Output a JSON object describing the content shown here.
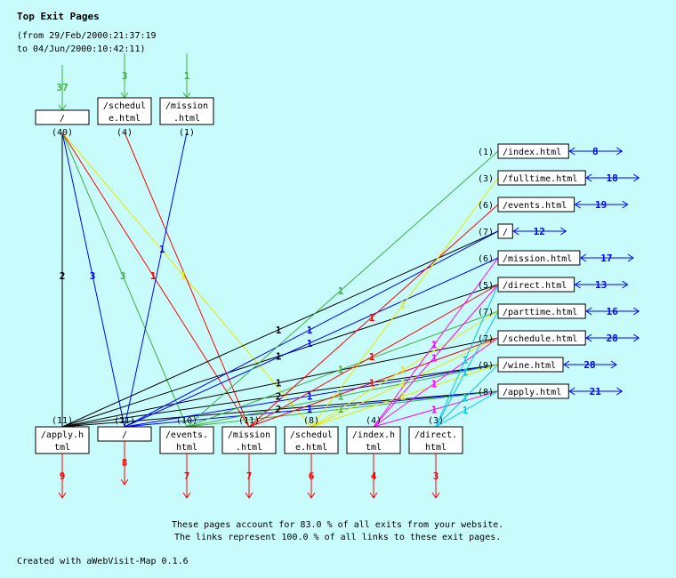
{
  "title": "Top Exit Pages",
  "range_line1": "(from 29/Feb/2000:21:37:19",
  "range_line2": "to 04/Jun/2000:10:42:11)",
  "footer_line1": "These pages account for 83.0 % of all exits from your website.",
  "footer_line2": "The links represent 100.0 % of all links to these exit pages.",
  "credit": "Created with aWebVisit-Map 0.1.6",
  "colors": {
    "background": "#c8fcfc",
    "entry": "#40b040",
    "exit": "#ff0000",
    "next": "#0000ff"
  },
  "top_nodes": [
    {
      "id": "t_root",
      "lines": [
        "/"
      ],
      "count": "(40)",
      "incoming": "37"
    },
    {
      "id": "t_schedule",
      "lines": [
        "/schedul",
        "e.html"
      ],
      "count": "(4)",
      "incoming": "3"
    },
    {
      "id": "t_mission",
      "lines": [
        "/mission",
        ".html"
      ],
      "count": "(1)",
      "incoming": "1"
    }
  ],
  "exit_nodes": [
    {
      "id": "b_apply",
      "lines": [
        "/apply.h",
        "tml"
      ],
      "count": "(11)",
      "exits": "9",
      "color": "#000000"
    },
    {
      "id": "b_root",
      "lines": [
        "/"
      ],
      "count": "(11)",
      "exits": "8",
      "color": "#0000ff"
    },
    {
      "id": "b_events",
      "lines": [
        "/events.",
        "html"
      ],
      "count": "(10)",
      "exits": "7",
      "color": "#40b040"
    },
    {
      "id": "b_mission",
      "lines": [
        "/mission",
        ".html"
      ],
      "count": "(11)",
      "exits": "7",
      "color": "#ff0000"
    },
    {
      "id": "b_schedule",
      "lines": [
        "/schedul",
        "e.html"
      ],
      "count": "(8)",
      "exits": "6",
      "color": "#e8e800"
    },
    {
      "id": "b_index",
      "lines": [
        "/index.h",
        "tml"
      ],
      "count": "(4)",
      "exits": "4",
      "color": "#ff00ff"
    },
    {
      "id": "b_direct",
      "lines": [
        "/direct.",
        "html"
      ],
      "count": "(3)",
      "exits": "3",
      "color": "#00c8f0"
    }
  ],
  "right_nodes": [
    {
      "id": "r_index",
      "label": "/index.html",
      "count": "(1)",
      "value": "8"
    },
    {
      "id": "r_fulltime",
      "label": "/fulltime.html",
      "count": "(3)",
      "value": "18"
    },
    {
      "id": "r_events",
      "label": "/events.html",
      "count": "(6)",
      "value": "19"
    },
    {
      "id": "r_root",
      "label": "/",
      "count": "(7)",
      "value": "12"
    },
    {
      "id": "r_mission",
      "label": "/mission.html",
      "count": "(6)",
      "value": "17"
    },
    {
      "id": "r_direct",
      "label": "/direct.html",
      "count": "(5)",
      "value": "13"
    },
    {
      "id": "r_parttime",
      "label": "/parttime.html",
      "count": "(7)",
      "value": "16"
    },
    {
      "id": "r_schedule",
      "label": "/schedule.html",
      "count": "(7)",
      "value": "28"
    },
    {
      "id": "r_wine",
      "label": "/wine.html",
      "count": "(9)",
      "value": "28"
    },
    {
      "id": "r_apply",
      "label": "/apply.html",
      "count": "(8)",
      "value": "21"
    }
  ],
  "edges": [
    {
      "from": "t_root",
      "to": "b_apply",
      "label": "2",
      "color": "#000000"
    },
    {
      "from": "t_root",
      "to": "b_root",
      "label": "3",
      "color": "#0000ff"
    },
    {
      "from": "t_root",
      "to": "b_events",
      "label": "3",
      "color": "#40b040"
    },
    {
      "from": "t_root",
      "to": "b_mission",
      "label": "1",
      "color": "#ff0000"
    },
    {
      "from": "t_root",
      "to": "b_schedule",
      "label": "1",
      "color": "#e8e800"
    },
    {
      "from": "t_schedule",
      "to": "b_mission",
      "label": "",
      "color": "#ff0000"
    },
    {
      "from": "t_mission",
      "to": "b_root",
      "label": "1",
      "color": "#0000ff"
    },
    {
      "from": "b_apply",
      "to": "r_root",
      "label": "1",
      "color": "#000000"
    },
    {
      "from": "b_apply",
      "to": "r_direct",
      "label": "1",
      "color": "#000000"
    },
    {
      "from": "b_apply",
      "to": "r_schedule",
      "label": "1",
      "color": "#000000"
    },
    {
      "from": "b_apply",
      "to": "r_wine",
      "label": "2",
      "color": "#000000"
    },
    {
      "from": "b_apply",
      "to": "r_apply",
      "label": "2",
      "color": "#000000"
    },
    {
      "from": "b_root",
      "to": "r_root",
      "label": "1",
      "color": "#0000ff"
    },
    {
      "from": "b_root",
      "to": "r_mission",
      "label": "1",
      "color": "#0000ff"
    },
    {
      "from": "b_root",
      "to": "r_wine",
      "label": "1",
      "color": "#0000ff"
    },
    {
      "from": "b_root",
      "to": "r_apply",
      "label": "1",
      "color": "#0000ff"
    },
    {
      "from": "b_events",
      "to": "r_index",
      "label": "1",
      "color": "#40b040"
    },
    {
      "from": "b_events",
      "to": "r_parttime",
      "label": "1",
      "color": "#40b040"
    },
    {
      "from": "b_events",
      "to": "r_wine",
      "label": "1",
      "color": "#40b040"
    },
    {
      "from": "b_events",
      "to": "r_apply",
      "label": "1",
      "color": "#40b040"
    },
    {
      "from": "b_mission",
      "to": "r_events",
      "label": "1",
      "color": "#ff0000"
    },
    {
      "from": "b_mission",
      "to": "r_direct",
      "label": "1",
      "color": "#ff0000"
    },
    {
      "from": "b_mission",
      "to": "r_schedule",
      "label": "1",
      "color": "#ff0000"
    },
    {
      "from": "b_schedule",
      "to": "r_fulltime",
      "label": "1",
      "color": "#e8e800"
    },
    {
      "from": "b_schedule",
      "to": "r_parttime",
      "label": "1",
      "color": "#e8e800"
    },
    {
      "from": "b_schedule",
      "to": "r_schedule",
      "label": "1",
      "color": "#e8e800"
    },
    {
      "from": "b_schedule",
      "to": "r_wine",
      "label": "1",
      "color": "#e8e800"
    },
    {
      "from": "b_index",
      "to": "r_mission",
      "label": "1",
      "color": "#ff00ff"
    },
    {
      "from": "b_index",
      "to": "r_direct",
      "label": "1",
      "color": "#ff00ff"
    },
    {
      "from": "b_index",
      "to": "r_schedule",
      "label": "1",
      "color": "#ff00ff"
    },
    {
      "from": "b_index",
      "to": "r_apply",
      "label": "1",
      "color": "#ff00ff"
    },
    {
      "from": "b_direct",
      "to": "r_direct",
      "label": "1",
      "color": "#00c8f0"
    },
    {
      "from": "b_direct",
      "to": "r_parttime",
      "label": "1",
      "color": "#00c8f0"
    },
    {
      "from": "b_direct",
      "to": "r_wine",
      "label": "1",
      "color": "#00c8f0"
    },
    {
      "from": "b_direct",
      "to": "r_apply",
      "label": "1",
      "color": "#00c8f0"
    }
  ]
}
